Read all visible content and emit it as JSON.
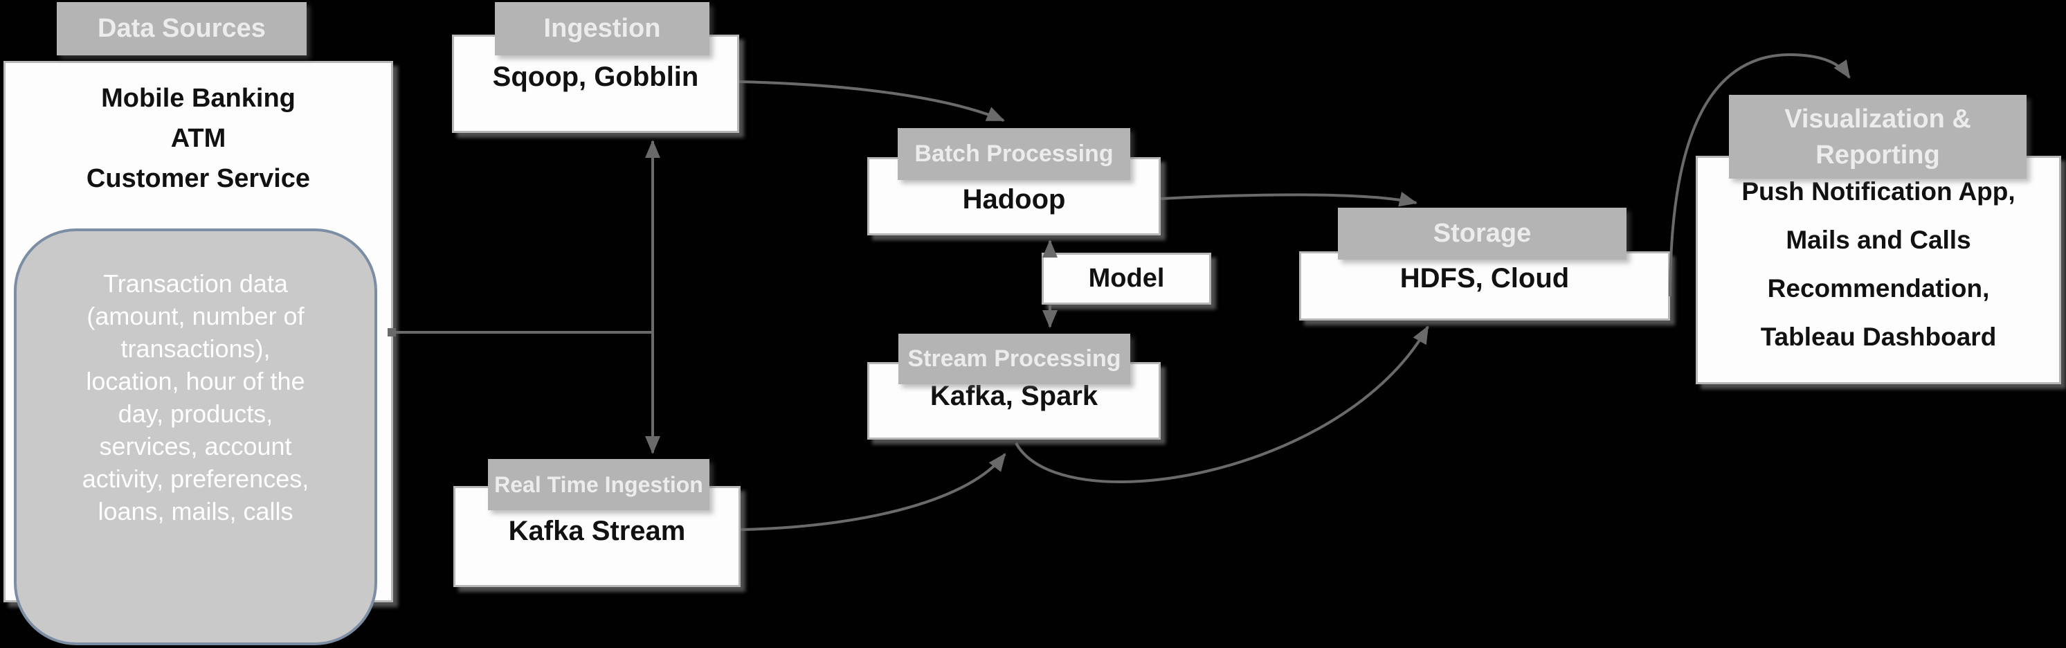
{
  "colors": {
    "bg": "#010101",
    "header_fill": "#b4b4b4",
    "header_text": "#ececec",
    "box_fill": "#fdfdfd",
    "box_border": "#b7b7b7",
    "box_text": "#111111",
    "bubble_fill": "#c9c9c9",
    "bubble_border": "#7c8ea4",
    "bubble_text": "#ffffff",
    "connector": "#6a6a6a"
  },
  "nodes": {
    "data_sources": {
      "header": "Data Sources",
      "lines": [
        "Mobile Banking",
        "ATM",
        "Customer Service"
      ]
    },
    "transaction": {
      "lines": [
        "Transaction data",
        "(amount, number of",
        "transactions),",
        "location, hour of the",
        "day, products,",
        "services, account",
        "activity, preferences,",
        "loans, mails, calls"
      ]
    },
    "ingestion": {
      "header": "Ingestion",
      "label": "Sqoop, Gobblin"
    },
    "real_time_ingestion": {
      "header": "Real Time Ingestion",
      "label": "Kafka Stream"
    },
    "batch_processing": {
      "header": "Batch Processing",
      "label": "Hadoop"
    },
    "model": {
      "label": "Model"
    },
    "stream_processing": {
      "header": "Stream Processing",
      "label": "Kafka, Spark"
    },
    "storage": {
      "header": "Storage",
      "label": "HDFS, Cloud"
    },
    "visualization": {
      "header_line1": "Visualization &",
      "header_line2": "Reporting",
      "lines": [
        "Push Notification App,",
        "Mails and Calls",
        "Recommendation,",
        "Tableau Dashboard"
      ]
    }
  }
}
